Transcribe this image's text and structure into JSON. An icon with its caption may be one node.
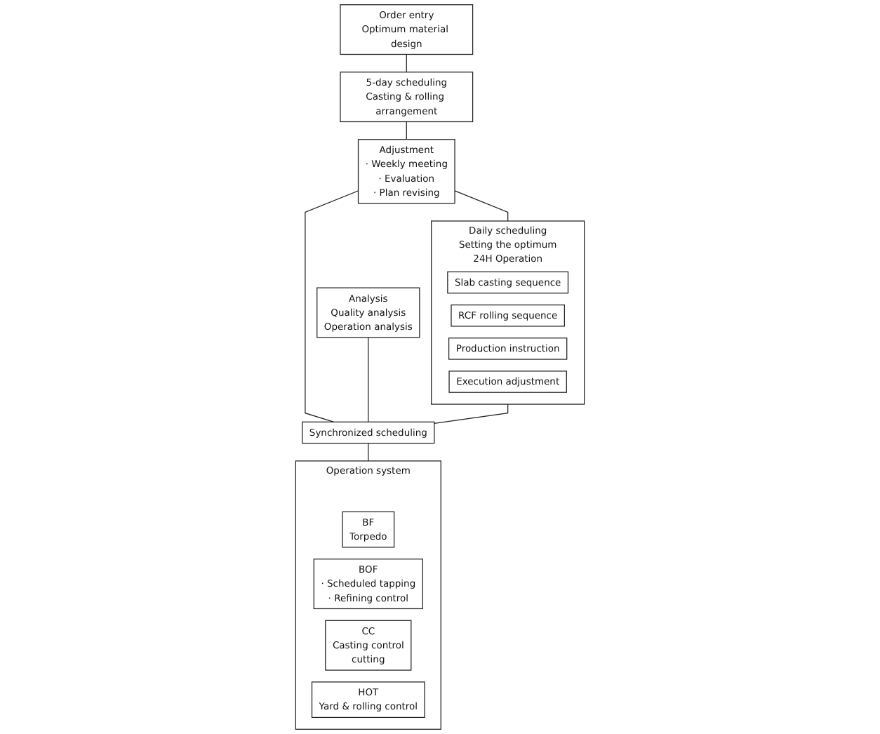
{
  "diagram": {
    "nodes": [
      {
        "text": [
          "Order entry",
          "Optimum material design"
        ]
      },
      {
        "text": [
          "5-day scheduling",
          "Casting & rolling arrangement"
        ]
      },
      {
        "text": [
          "Adjustment",
          "· Weekly meeting",
          "· Evaluation",
          "· Plan revising"
        ]
      },
      {
        "text": [
          "Daily scheduling",
          "Setting the optimum",
          "24H Operation"
        ]
      },
      {
        "text": [
          "Slab casting sequence"
        ],
        "in": 3
      },
      {
        "text": [
          "RCF rolling sequence"
        ],
        "in": 3
      },
      {
        "text": [
          "Production instruction"
        ],
        "in": 3
      },
      {
        "text": [
          "Execution adjustment"
        ],
        "in": 3
      },
      {
        "text": [
          "Analysis",
          "Quality analysis",
          "Operation analysis"
        ]
      },
      {
        "text": [
          "Synchronized scheduling"
        ]
      },
      {
        "text": [
          "Operation system"
        ]
      },
      {
        "text": [
          "BF",
          "Torpedo"
        ],
        "in": 10
      },
      {
        "text": [
          "BOF",
          "· Scheduled tapping",
          "· Refining control"
        ],
        "in": 10
      },
      {
        "text": [
          "CC",
          "Casting control",
          "cutting"
        ],
        "in": 10
      },
      {
        "text": [
          "HOT",
          "Yard & rolling control"
        ],
        "in": 10
      }
    ],
    "edges": [
      {
        "from": 0,
        "to": 1,
        "arrow": "none"
      },
      {
        "from": 1,
        "to": 2,
        "arrow": "none"
      },
      {
        "from": 2,
        "to": 3,
        "arrow": "none"
      },
      {
        "from": 2,
        "to": 9,
        "arrow": "none"
      },
      {
        "from": 3,
        "to": 9,
        "arrow": "none"
      },
      {
        "from": 8,
        "to": 9,
        "arrow": "none"
      },
      {
        "from": 9,
        "to": 10,
        "arrow": "none"
      }
    ]
  }
}
